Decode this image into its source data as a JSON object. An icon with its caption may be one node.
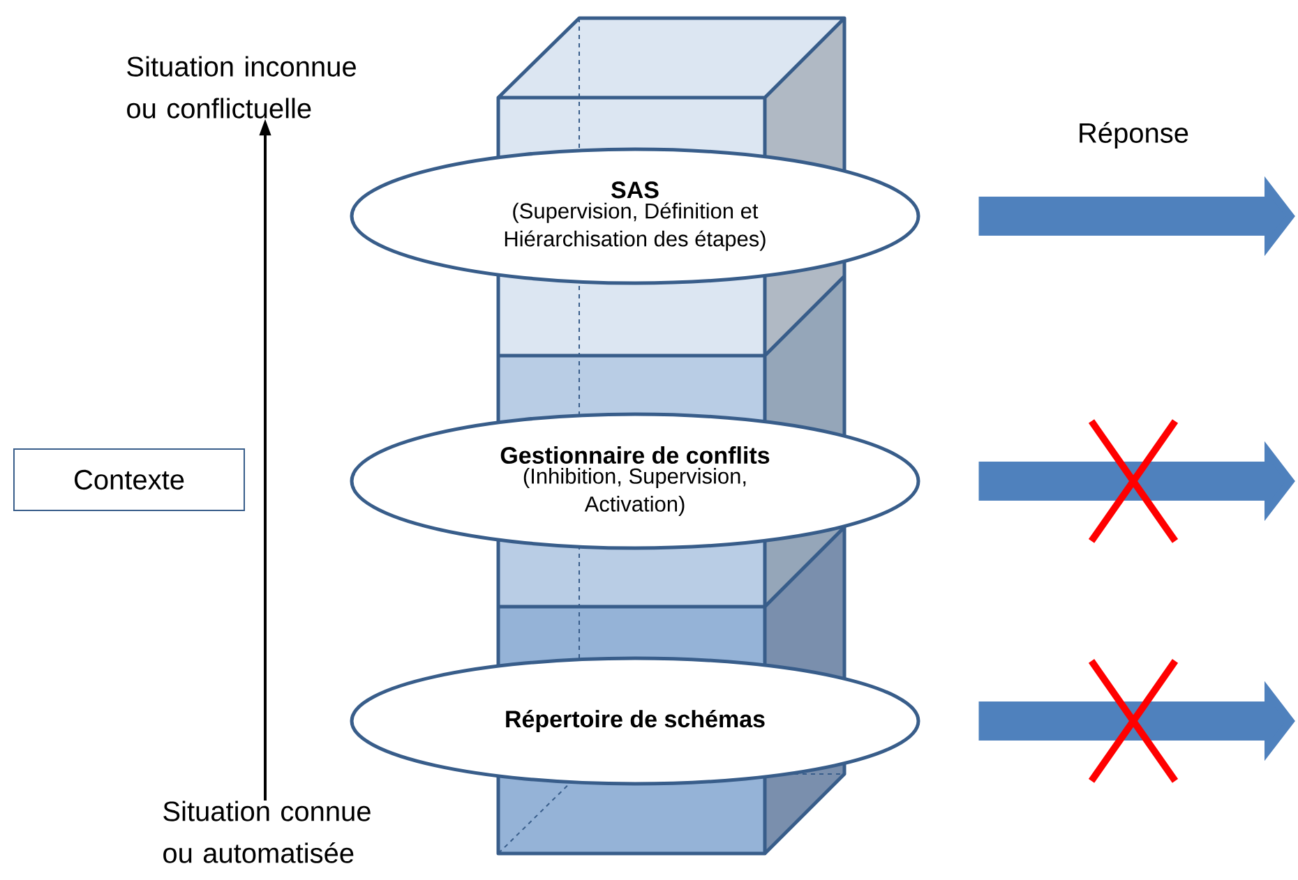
{
  "diagram": {
    "nodes": [
      {
        "text": [
          "Situation inconnue ou conflictuelle"
        ]
      },
      {
        "text": [
          "Situation connue ou automatisée"
        ]
      },
      {
        "text": [
          "Contexte"
        ]
      },
      {
        "text": [
          "SAS",
          "(Supervision, Définition et Hiérarchisation des étapes)"
        ]
      },
      {
        "text": [
          "Gestionnaire de conflits",
          "(Inhibition, Supervision, Activation)"
        ]
      },
      {
        "text": [
          "Répertoire de schémas"
        ]
      }
    ],
    "edges": [
      {
        "from": 1,
        "to": 0,
        "arrow": "to",
        "color": "#000000"
      },
      {
        "from": 3,
        "to": null,
        "arrow": "to",
        "color": "#4f81bd"
      },
      {
        "from": 4,
        "to": null,
        "arrow": "to",
        "color": "#4f81bd"
      },
      {
        "from": 5,
        "to": null,
        "arrow": "to",
        "color": "#4f81bd"
      }
    ],
    "labels": [
      "Réponse"
    ]
  }
}
